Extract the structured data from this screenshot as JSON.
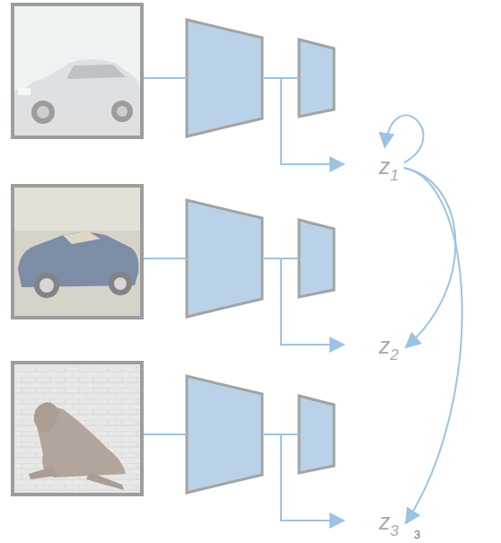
{
  "diagram": {
    "nodes": [
      {
        "text": [
          "z1"
        ]
      },
      {
        "text": [
          "z2"
        ]
      },
      {
        "text": [
          "z3"
        ]
      }
    ],
    "edges": [
      {
        "from": 0,
        "to": 0,
        "arrow": "to"
      },
      {
        "from": 0,
        "to": 1,
        "arrow": "to"
      },
      {
        "from": 0,
        "to": 2,
        "arrow": "to"
      }
    ],
    "labels": [
      "3"
    ]
  }
}
